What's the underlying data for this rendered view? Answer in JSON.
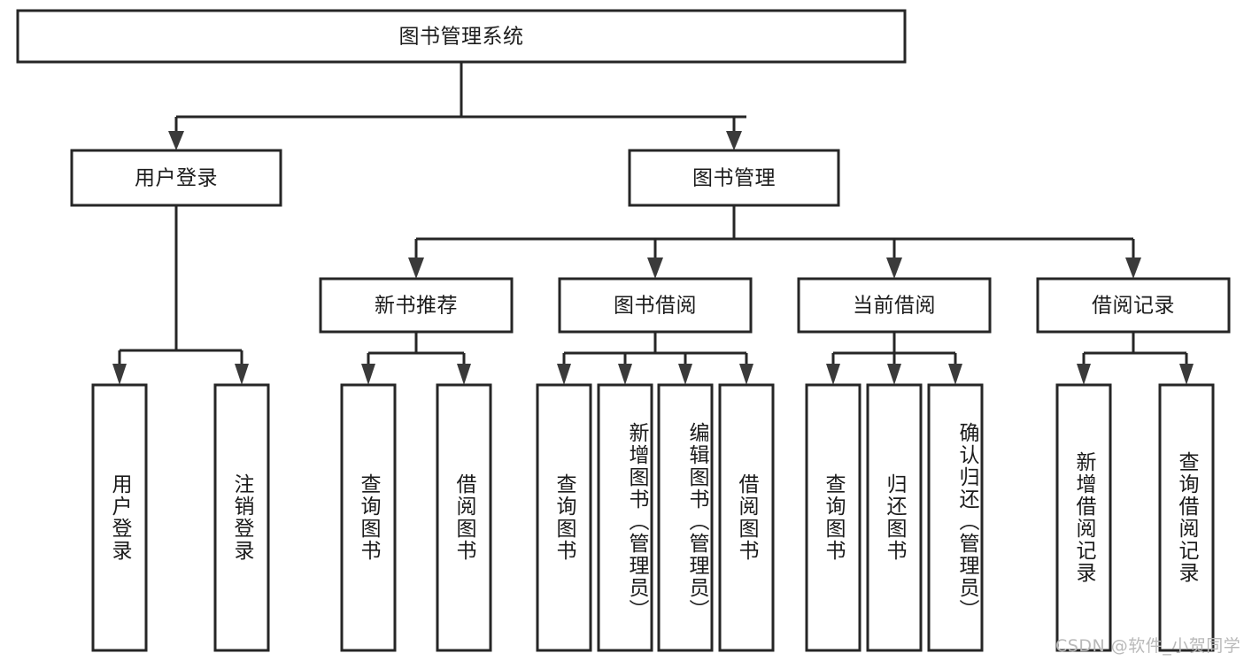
{
  "diagram": {
    "type": "tree-hierarchy",
    "title_node": {
      "id": "root",
      "label": "图书管理系统"
    },
    "level2": [
      {
        "id": "user-login",
        "label": "用户登录"
      },
      {
        "id": "book-management",
        "label": "图书管理"
      }
    ],
    "level3": [
      {
        "id": "new-book-recommend",
        "label": "新书推荐",
        "parent": "book-management"
      },
      {
        "id": "book-borrow",
        "label": "图书借阅",
        "parent": "book-management"
      },
      {
        "id": "current-borrow",
        "label": "当前借阅",
        "parent": "book-management"
      },
      {
        "id": "borrow-record",
        "label": "借阅记录",
        "parent": "book-management"
      }
    ],
    "leaves": [
      {
        "id": "leaf-user-login",
        "label": "用户登录",
        "parent": "user-login"
      },
      {
        "id": "leaf-logout-login",
        "label": "注销登录",
        "parent": "user-login"
      },
      {
        "id": "leaf-query-book-1",
        "label": "查询图书",
        "parent": "new-book-recommend"
      },
      {
        "id": "leaf-borrow-book-1",
        "label": "借阅图书",
        "parent": "new-book-recommend"
      },
      {
        "id": "leaf-query-book-2",
        "label": "查询图书",
        "parent": "book-borrow"
      },
      {
        "id": "leaf-add-book",
        "label": "新增图书（管理员）",
        "parent": "book-borrow"
      },
      {
        "id": "leaf-edit-book",
        "label": "编辑图书（管理员）",
        "parent": "book-borrow"
      },
      {
        "id": "leaf-borrow-book-2",
        "label": "借阅图书",
        "parent": "book-borrow"
      },
      {
        "id": "leaf-query-book-3",
        "label": "查询图书",
        "parent": "current-borrow"
      },
      {
        "id": "leaf-return-book",
        "label": "归还图书",
        "parent": "current-borrow"
      },
      {
        "id": "leaf-confirm-return",
        "label": "确认归还（管理员）",
        "parent": "current-borrow"
      },
      {
        "id": "leaf-add-record",
        "label": "新增借阅记录",
        "parent": "borrow-record"
      },
      {
        "id": "leaf-query-record",
        "label": "查询借阅记录",
        "parent": "borrow-record"
      }
    ],
    "watermark": "CSDN @软件_小贺同学",
    "colors": {
      "box_stroke": "#262626",
      "box_fill": "#ffffff",
      "connector": "#262626",
      "text": "#1b1b1b",
      "watermark": "#b9b9b9",
      "background": "#ffffff"
    }
  }
}
